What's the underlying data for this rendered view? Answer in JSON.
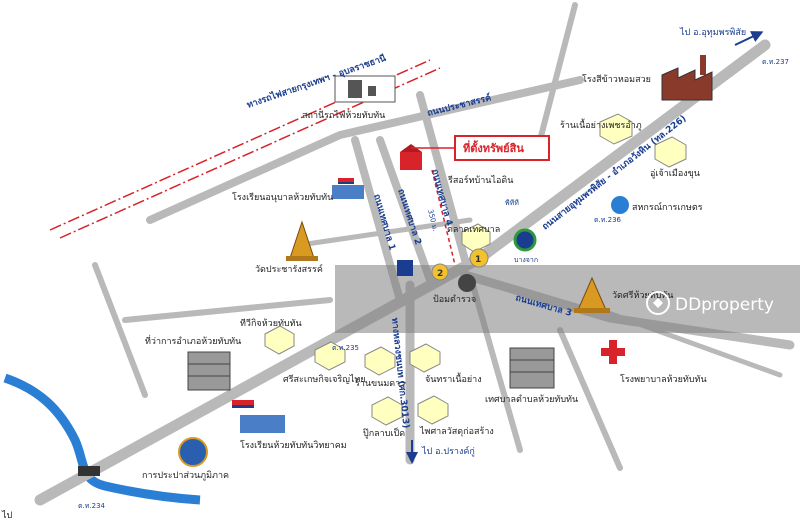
{
  "colors": {
    "road": "#b9b9b9",
    "road_edge": "#8e8e8e",
    "rail": "#d8232a",
    "river": "#2a7fd4",
    "label": "#1a3d8f",
    "property": "#d8232a",
    "building_top": "#ffffc0",
    "building_side": "#c8b070",
    "watermark_band": "#808080"
  },
  "labels": {
    "to_uthumphon": "ไป อ.อุทุมพรพิสัย",
    "km237": "ต.ท.237",
    "factory": "โรงสีข้าวหอมสวย",
    "railway": "ทางรถไฟสายกรุงเทพฯ - อุบลราชธานี",
    "station": "สถานีรถไฟห้วยทับทัน",
    "road_prachasan": "ถนนประชาสรรค์",
    "property": "ที่ตั้งทรัพย์สิน",
    "shop_phetcharat": "ร้านเนื้อย่างเพชรอำภู",
    "hwy226": "ถนนสายอุทุมพรพิสัย - อำเภอวังหิน (ทล.226)",
    "uchao": "อู่เจ้าเมืองขุน",
    "school_anuban": "โรงเรียนอนุบาลห้วยทับทัน",
    "resort": "รีสอร์ทบ้านไอดิน",
    "coop": "สหกรณ์การเกษตร",
    "ptt": "พีทีที",
    "km236": "ต.ท.236",
    "market": "ตลาดเทศบาล",
    "bangchak": "บางจาก",
    "temple_prachasan": "วัดประชารังสรรค์",
    "road_tessaban1": "ถนนเทศบาล 1",
    "road_tessaban2": "ถนนเทศบาล 2",
    "road_tessaban4": "ถนนเทศบาล 4",
    "distance": "350 ม.",
    "marker1": "1",
    "marker2": "2",
    "police": "ป้อมตำรวจ",
    "temple_huai": "วัดศรีห้วยทับทัน",
    "road_tessaban3": "ถนนเทศบาล 3",
    "tvs": "ทีวีกิจห้วยทับทัน",
    "district_office": "ที่ว่าการอำเภอห้วยทับทัน",
    "km235": "ต.ท.235",
    "srisaket_shop": "ศรีสะเกษกิจเจริญไทย",
    "roadmap_3013": "ทางหลวงชนบท (ศก.3013)",
    "noodle": "ร้านขนมดาว",
    "janthra": "จันทราเนื้อย่าง",
    "hospital": "โรงพยาบาลห้วยทับทัน",
    "tessaban_office": "เทศบาลตำบลห้วยทับทัน",
    "school_witthaya": "โรงเรียนห้วยทับทันวิทยาคม",
    "pukkrai": "ปู๊กลาบเป็ด",
    "phaisan": "ไพศาลวัสดุก่อสร้าง",
    "to_prangku": "ไป อ.ปรางค์กู่",
    "pwa": "การประปาส่วนภูมิภาค",
    "km234": "ต.ท.234",
    "edge_pai": "ไป",
    "watermark": "DDproperty"
  }
}
